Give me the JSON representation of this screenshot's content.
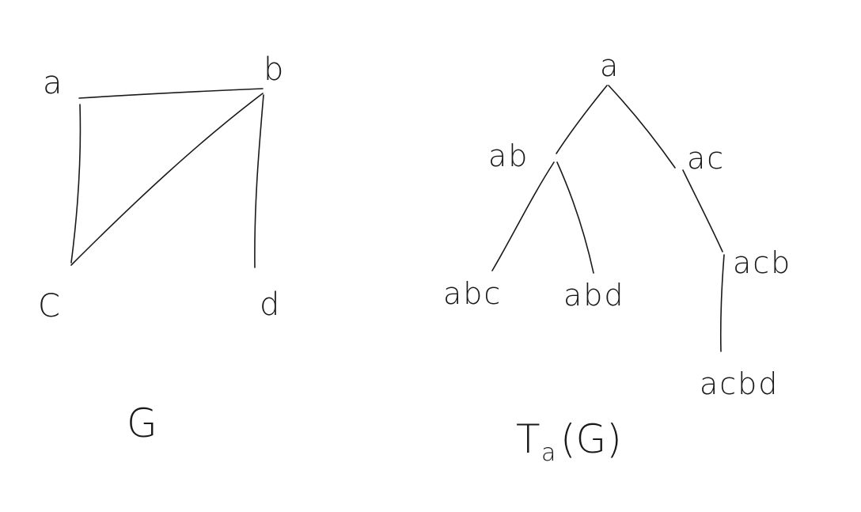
{
  "graph": {
    "caption": "G",
    "nodes": [
      {
        "id": "a",
        "label": "a"
      },
      {
        "id": "b",
        "label": "b"
      },
      {
        "id": "c",
        "label": "C"
      },
      {
        "id": "d",
        "label": "d"
      }
    ],
    "edges": [
      {
        "from": "a",
        "to": "b"
      },
      {
        "from": "a",
        "to": "c"
      },
      {
        "from": "b",
        "to": "c"
      },
      {
        "from": "b",
        "to": "d"
      }
    ]
  },
  "tree": {
    "caption_main": "T",
    "caption_sub": "a",
    "caption_arg": "(G)",
    "nodes": [
      {
        "id": "a",
        "label": "a"
      },
      {
        "id": "ab",
        "label": "ab"
      },
      {
        "id": "ac",
        "label": "ac"
      },
      {
        "id": "abc",
        "label": "abc"
      },
      {
        "id": "abd",
        "label": "abd"
      },
      {
        "id": "acb",
        "label": "acb"
      },
      {
        "id": "acbd",
        "label": "acbd"
      }
    ],
    "edges": [
      {
        "from": "a",
        "to": "ab"
      },
      {
        "from": "a",
        "to": "ac"
      },
      {
        "from": "ab",
        "to": "abc"
      },
      {
        "from": "ab",
        "to": "abd"
      },
      {
        "from": "ac",
        "to": "acb"
      },
      {
        "from": "acb",
        "to": "acbd"
      }
    ]
  }
}
